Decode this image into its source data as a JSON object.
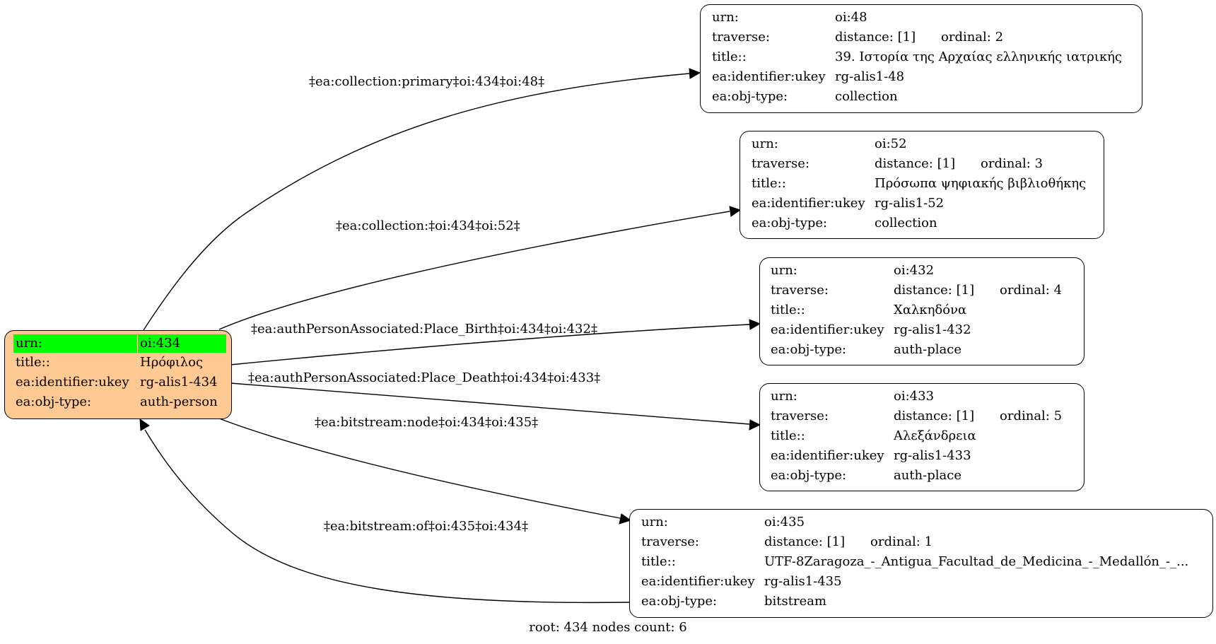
{
  "root_node": {
    "rows": [
      {
        "key": "urn:",
        "value": "oi:434"
      },
      {
        "key": "title::",
        "value": "Ηρόφιλος"
      },
      {
        "key": "ea:identifier:ukey",
        "value": "rg-alis1-434"
      },
      {
        "key": "ea:obj-type:",
        "value": "auth-person"
      }
    ]
  },
  "nodes": [
    {
      "urn": "oi:48",
      "traverse": "distance: [1]",
      "ordinal": "ordinal: 2",
      "title": "39. Ιστορία της Αρχαίας ελληνικής ιατρικής",
      "ukey": "rg-alis1-48",
      "obj_type": "collection"
    },
    {
      "urn": "oi:52",
      "traverse": "distance: [1]",
      "ordinal": "ordinal: 3",
      "title": "Πρόσωπα ψηφιακής βιβλιοθήκης",
      "ukey": "rg-alis1-52",
      "obj_type": "collection"
    },
    {
      "urn": "oi:432",
      "traverse": "distance: [1]",
      "ordinal": "ordinal: 4",
      "title": "Χαλκηδόνα",
      "ukey": "rg-alis1-432",
      "obj_type": "auth-place"
    },
    {
      "urn": "oi:433",
      "traverse": "distance: [1]",
      "ordinal": "ordinal: 5",
      "title": "Αλεξάνδρεια",
      "ukey": "rg-alis1-433",
      "obj_type": "auth-place"
    },
    {
      "urn": "oi:435",
      "traverse": "distance: [1]",
      "ordinal": "ordinal: 1",
      "title": "UTF-8Zaragoza_-_Antigua_Facultad_de_Medicina_-_Medallón_-_...",
      "ukey": "rg-alis1-435",
      "obj_type": "bitstream"
    }
  ],
  "labels": {
    "urn": "urn:",
    "traverse": "traverse:",
    "title": "title::",
    "ukey": "ea:identifier:ukey",
    "obj_type": "ea:obj-type:"
  },
  "edges": [
    {
      "label": "‡ea:collection:primary‡oi:434‡oi:48‡"
    },
    {
      "label": "‡ea:collection:‡oi:434‡oi:52‡"
    },
    {
      "label": "‡ea:authPersonAssociated:Place_Birth‡oi:434‡oi:432‡"
    },
    {
      "label": "‡ea:authPersonAssociated:Place_Death‡oi:434‡oi:433‡"
    },
    {
      "label": "‡ea:bitstream:node‡oi:434‡oi:435‡"
    },
    {
      "label": "‡ea:bitstream:of‡oi:435‡oi:434‡"
    }
  ],
  "footer": "root: 434 nodes count: 6"
}
